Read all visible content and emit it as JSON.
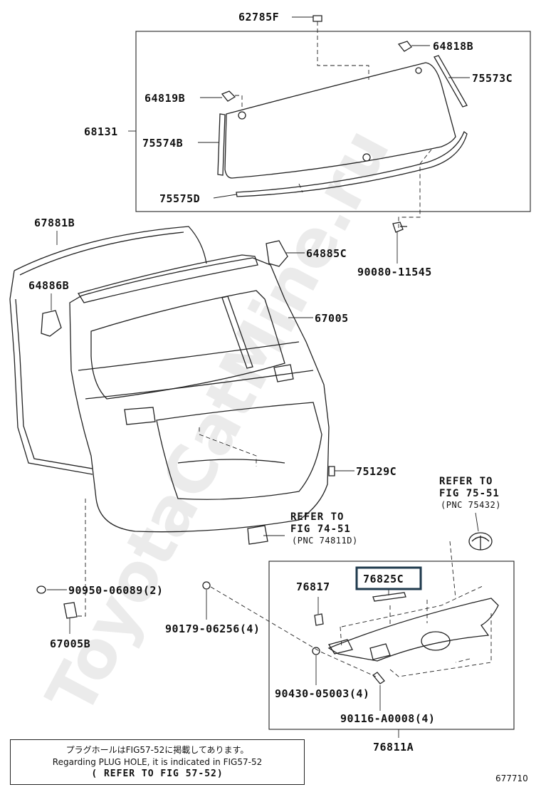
{
  "watermark": "ToyotaCatMine.ru",
  "parts": {
    "p62785F": "62785F",
    "p64818B": "64818B",
    "p75573C": "75573C",
    "p64819B": "64819B",
    "p68131": "68131",
    "p75574B": "75574B",
    "p75575D": "75575D",
    "p67881B": "67881B",
    "p64885C": "64885C",
    "p90080_11545": "90080-11545",
    "p64886B": "64886B",
    "p67005": "67005",
    "p75129C": "75129C",
    "p76817": "76817",
    "p76825C": "76825C",
    "p90950": "90950-06089(2)",
    "p67005B": "67005B",
    "p90179": "90179-06256(4)",
    "p90430": "90430-05003(4)",
    "p90116": "90116-A0008(4)",
    "p76811A": "76811A"
  },
  "refs": {
    "fig74": {
      "line1": "REFER TO",
      "line2": "FIG 74-51",
      "line3": "(PNC 74811D)"
    },
    "fig75": {
      "line1": "REFER TO",
      "line2": "FIG 75-51",
      "line3": "(PNC 75432)"
    }
  },
  "note": {
    "line1": "プラグホールはFIG57-52に掲載してあります。",
    "line2": "Regarding PLUG HOLE, it is indicated in FIG57-52",
    "line3": "( REFER TO FIG 57-52)"
  },
  "figure_number": "677710",
  "highlight_color": "#1f3a4d"
}
